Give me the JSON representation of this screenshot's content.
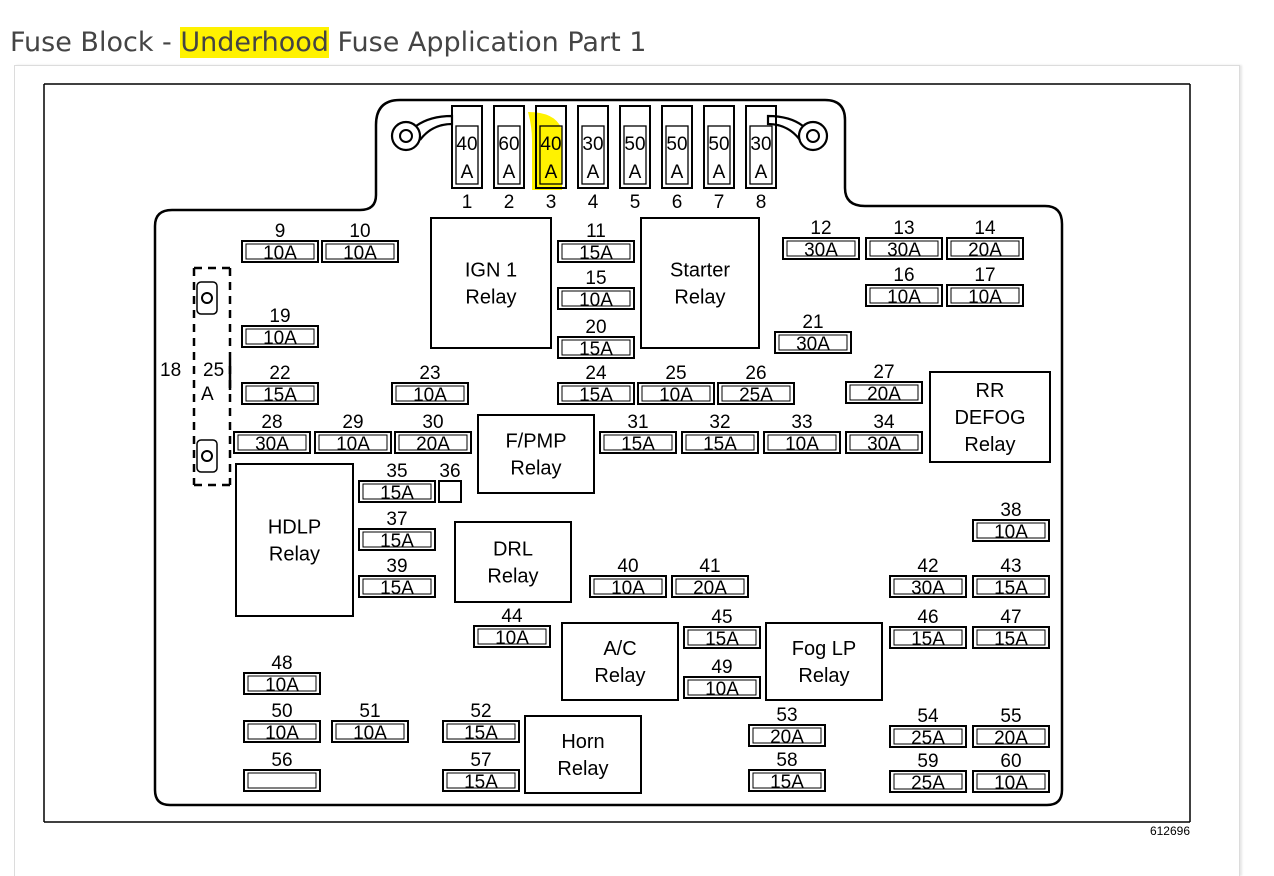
{
  "header": {
    "title_pre": "Fuse Block - ",
    "title_highlight": "Underhood",
    "title_post": " Fuse Application Part 1"
  },
  "colors": {
    "highlight": "#fff200",
    "text": "#444444",
    "line": "#000000"
  },
  "diagram": {
    "ref_code": "612696",
    "maxi_fuses": [
      {
        "num": "1",
        "amp": "40",
        "unit": "A"
      },
      {
        "num": "2",
        "amp": "60",
        "unit": "A"
      },
      {
        "num": "3",
        "amp": "40",
        "unit": "A",
        "highlighted": true
      },
      {
        "num": "4",
        "amp": "30",
        "unit": "A"
      },
      {
        "num": "5",
        "amp": "50",
        "unit": "A"
      },
      {
        "num": "6",
        "amp": "50",
        "unit": "A"
      },
      {
        "num": "7",
        "amp": "50",
        "unit": "A"
      },
      {
        "num": "8",
        "amp": "30",
        "unit": "A"
      }
    ],
    "fuse_18": {
      "num": "18",
      "amp": "25",
      "unit": "A"
    },
    "mini_fuses": [
      {
        "num": "9",
        "amp": "10A"
      },
      {
        "num": "10",
        "amp": "10A"
      },
      {
        "num": "11",
        "amp": "15A"
      },
      {
        "num": "12",
        "amp": "30A"
      },
      {
        "num": "13",
        "amp": "30A"
      },
      {
        "num": "14",
        "amp": "20A"
      },
      {
        "num": "15",
        "amp": "10A"
      },
      {
        "num": "16",
        "amp": "10A"
      },
      {
        "num": "17",
        "amp": "10A"
      },
      {
        "num": "19",
        "amp": "10A"
      },
      {
        "num": "20",
        "amp": "15A"
      },
      {
        "num": "21",
        "amp": "30A"
      },
      {
        "num": "22",
        "amp": "15A"
      },
      {
        "num": "23",
        "amp": "10A"
      },
      {
        "num": "24",
        "amp": "15A"
      },
      {
        "num": "25",
        "amp": "10A"
      },
      {
        "num": "26",
        "amp": "25A"
      },
      {
        "num": "27",
        "amp": "20A"
      },
      {
        "num": "28",
        "amp": "30A"
      },
      {
        "num": "29",
        "amp": "10A"
      },
      {
        "num": "30",
        "amp": "20A"
      },
      {
        "num": "31",
        "amp": "15A"
      },
      {
        "num": "32",
        "amp": "15A"
      },
      {
        "num": "33",
        "amp": "10A"
      },
      {
        "num": "34",
        "amp": "30A"
      },
      {
        "num": "35",
        "amp": "15A"
      },
      {
        "num": "36",
        "amp": ""
      },
      {
        "num": "37",
        "amp": "15A"
      },
      {
        "num": "38",
        "amp": "10A"
      },
      {
        "num": "39",
        "amp": "15A"
      },
      {
        "num": "40",
        "amp": "10A"
      },
      {
        "num": "41",
        "amp": "20A"
      },
      {
        "num": "42",
        "amp": "30A"
      },
      {
        "num": "43",
        "amp": "15A"
      },
      {
        "num": "44",
        "amp": "10A"
      },
      {
        "num": "45",
        "amp": "15A"
      },
      {
        "num": "46",
        "amp": "15A"
      },
      {
        "num": "47",
        "amp": "15A"
      },
      {
        "num": "48",
        "amp": "10A"
      },
      {
        "num": "49",
        "amp": "10A"
      },
      {
        "num": "50",
        "amp": "10A"
      },
      {
        "num": "51",
        "amp": "10A"
      },
      {
        "num": "52",
        "amp": "15A"
      },
      {
        "num": "53",
        "amp": "20A"
      },
      {
        "num": "54",
        "amp": "25A"
      },
      {
        "num": "55",
        "amp": "20A"
      },
      {
        "num": "56",
        "amp": ""
      },
      {
        "num": "57",
        "amp": "15A"
      },
      {
        "num": "58",
        "amp": "15A"
      },
      {
        "num": "59",
        "amp": "25A"
      },
      {
        "num": "60",
        "amp": "10A"
      }
    ],
    "relays": [
      {
        "key": "ign1",
        "lines": [
          "IGN 1",
          "Relay"
        ]
      },
      {
        "key": "starter",
        "lines": [
          "Starter",
          "Relay"
        ]
      },
      {
        "key": "rr-defog",
        "lines": [
          "RR",
          "DEFOG",
          "Relay"
        ]
      },
      {
        "key": "fpmp",
        "lines": [
          "F/PMP",
          "Relay"
        ]
      },
      {
        "key": "hdlp",
        "lines": [
          "HDLP",
          "Relay"
        ]
      },
      {
        "key": "drl",
        "lines": [
          "DRL",
          "Relay"
        ]
      },
      {
        "key": "ac",
        "lines": [
          "A/C",
          "Relay"
        ]
      },
      {
        "key": "fog-lp",
        "lines": [
          "Fog LP",
          "Relay"
        ]
      },
      {
        "key": "horn",
        "lines": [
          "Horn",
          "Relay"
        ]
      }
    ]
  }
}
